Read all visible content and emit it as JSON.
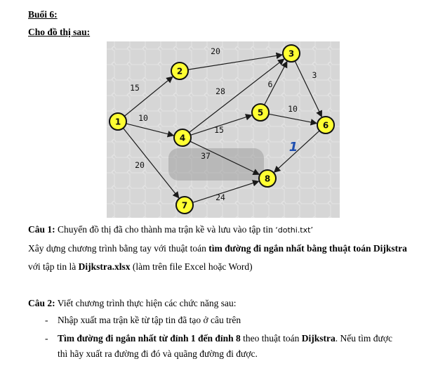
{
  "doc": {
    "session_title": "Buổi 6:",
    "prompt": "Cho đồ thị sau:",
    "q1": {
      "label": "Câu 1:",
      "line1_text": " Chuyển đồ thị đã cho thành ma trận kề và lưu vào tập tin ",
      "filename": "‘dothi.txt’",
      "line2_pre": "Xây dựng chương trình bằng tay với thuật toán ",
      "line2_bold": "tìm đường đi ngắn nhất bằng thuật toán Dijkstra",
      "line3_pre": "với tập tin là ",
      "line3_bold": "Dijkstra.xlsx",
      "line3_post": " (làm trên file Excel hoặc Word)"
    },
    "q2": {
      "label": "Câu 2:",
      "intro": " Viết chương trình thực hiện các chức năng sau:",
      "bullet_mark": "-",
      "item1": "Nhập xuất ma trận kề từ tập tin đã tạo ở câu trên",
      "item2_bold": "Tìm đường đi ngắn nhất từ đỉnh 1 đến đỉnh 8",
      "item2_mid": " theo thuật toán ",
      "item2_bold2": "Dijkstra",
      "item2_post": ". Nếu tìm được",
      "item2_cont": "thì hãy xuất ra đường đi đó và quãng đường đi được."
    }
  },
  "graph": {
    "nodes": [
      "1",
      "2",
      "3",
      "4",
      "5",
      "6",
      "7",
      "8"
    ],
    "edges": [
      {
        "from": "1",
        "to": "2",
        "weight": "15"
      },
      {
        "from": "1",
        "to": "4",
        "weight": "10"
      },
      {
        "from": "1",
        "to": "7",
        "weight": "20"
      },
      {
        "from": "2",
        "to": "3",
        "weight": "20"
      },
      {
        "from": "4",
        "to": "3",
        "weight": "28"
      },
      {
        "from": "4",
        "to": "5",
        "weight": "15"
      },
      {
        "from": "4",
        "to": "8",
        "weight": "37"
      },
      {
        "from": "5",
        "to": "3",
        "weight": "6"
      },
      {
        "from": "5",
        "to": "6",
        "weight": "10"
      },
      {
        "from": "3",
        "to": "6",
        "weight": "3"
      },
      {
        "from": "6",
        "to": "8",
        "weight": "1"
      },
      {
        "from": "7",
        "to": "8",
        "weight": "24"
      }
    ],
    "colors": {
      "background": "#d9d9d9",
      "node_fill": "#ffff33",
      "edge": "#1a1a1a",
      "handwritten": "#1f4fb0"
    }
  }
}
